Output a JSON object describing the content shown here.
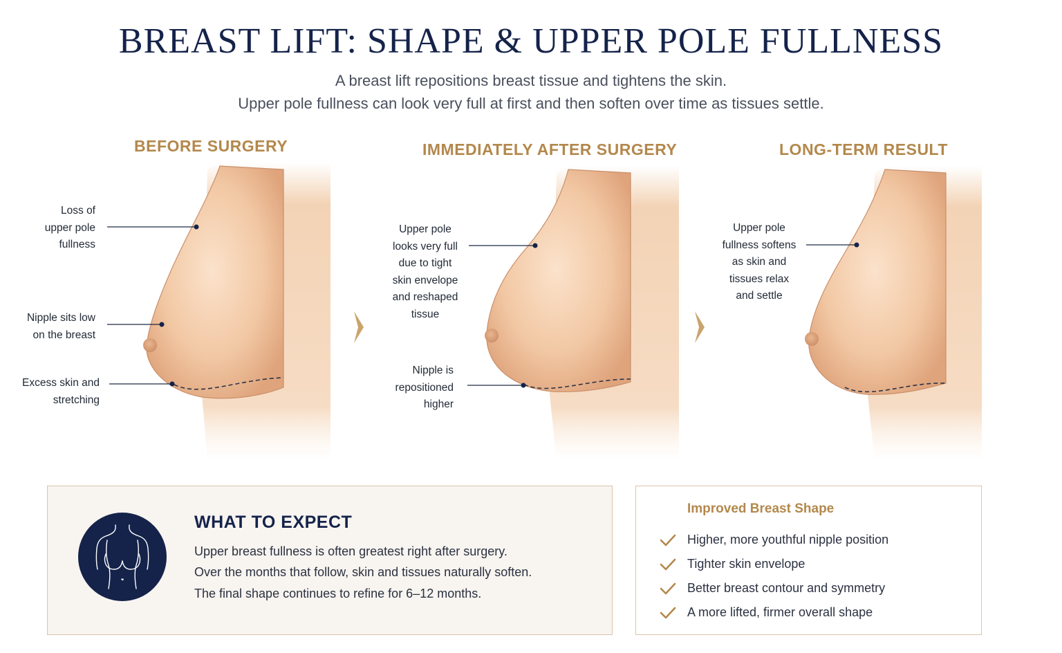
{
  "header": {
    "title": "BREAST LIFT: SHAPE & UPPER POLE FULLNESS",
    "subtitle_line1": "A breast lift repositions breast tissue and tightens the skin.",
    "subtitle_line2": "Upper pole fullness can look very full at first and then soften over time as tissues settle."
  },
  "panels": [
    {
      "title": "BEFORE SURGERY",
      "annotations": [
        {
          "lines": [
            "Loss of",
            "upper pole",
            "fullness"
          ]
        },
        {
          "lines": [
            "Nipple sits low",
            "on the breast"
          ]
        },
        {
          "lines": [
            "Excess skin and",
            "stretching"
          ]
        }
      ]
    },
    {
      "title": "IMMEDIATELY AFTER SURGERY",
      "annotations": [
        {
          "lines": [
            "Upper pole",
            "looks very full",
            "due to tight",
            "skin envelope",
            "and reshaped",
            "tissue"
          ]
        },
        {
          "lines": [
            "Nipple is",
            "repositioned",
            "higher"
          ]
        }
      ]
    },
    {
      "title": "LONG-TERM RESULT",
      "annotations": [
        {
          "lines": [
            "Upper pole",
            "fullness softens",
            "as skin and",
            "tissues relax",
            "and settle"
          ]
        }
      ]
    }
  ],
  "expect": {
    "title": "WHAT TO EXPECT",
    "lines": [
      "Upper breast fullness is often greatest right after surgery.",
      "Over the months that follow, skin and tissues naturally soften.",
      "The final shape continues to refine for 6–12 months."
    ],
    "icon": "torso-outline-icon"
  },
  "benefits": {
    "title": "Improved Breast Shape",
    "items": [
      "Higher, more youthful nipple position",
      "Tighter skin envelope",
      "Better breast contour and symmetry",
      "A more lifted, firmer overall shape"
    ],
    "icon": "checkmark-icon"
  },
  "colors": {
    "navy": "#15234a",
    "gold": "#b3884c",
    "skin": "#f0c9a6",
    "border": "#dcc4a8"
  }
}
